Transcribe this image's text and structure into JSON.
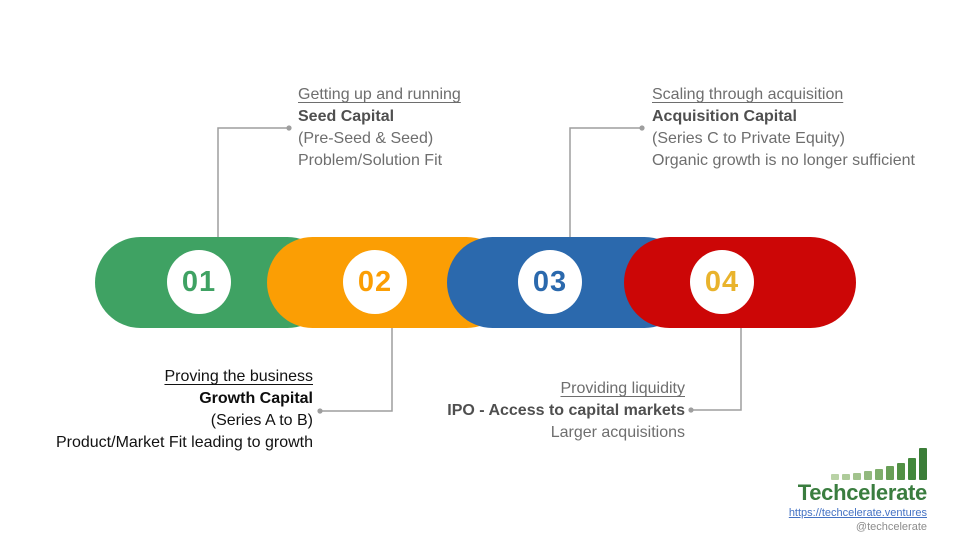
{
  "timeline": {
    "stages": [
      {
        "number": "01",
        "pill_color": "#3fa263",
        "number_color": "#3fa263"
      },
      {
        "number": "02",
        "pill_color": "#fb9e04",
        "number_color": "#fb9e04"
      },
      {
        "number": "03",
        "pill_color": "#2b69ad",
        "number_color": "#2b69ad"
      },
      {
        "number": "04",
        "pill_color": "#cc0606",
        "number_color": "#e9b32c"
      }
    ],
    "connector_color": "#9e9e9e"
  },
  "annotations": {
    "top_left": {
      "title": "Getting up and running",
      "heading": "Seed Capital",
      "line3": "(Pre-Seed & Seed)",
      "line4": "Problem/Solution Fit"
    },
    "top_right": {
      "title": "Scaling through acquisition",
      "heading": "Acquisition Capital",
      "line3": "(Series C to Private Equity)",
      "line4": "Organic growth is no longer sufficient"
    },
    "bottom_left": {
      "title": "Proving the business",
      "heading": "Growth Capital",
      "line3": "(Series A to B)",
      "line4": "Product/Market Fit leading to growth"
    },
    "bottom_right": {
      "title": "Providing liquidity",
      "heading": "IPO - Access to capital markets",
      "line3": "Larger acquisitions"
    }
  },
  "branding": {
    "name": "Techcelerate",
    "url": "https://techcelerate.ventures",
    "handle": "@techcelerate",
    "name_color": "#3a7d3f",
    "link_color": "#4472c4",
    "logo_bars": [
      {
        "h": 6,
        "color": "#b9d2a6"
      },
      {
        "h": 6,
        "color": "#aecb9a"
      },
      {
        "h": 7,
        "color": "#a2c38d"
      },
      {
        "h": 9,
        "color": "#92b97e"
      },
      {
        "h": 11,
        "color": "#7fae6c"
      },
      {
        "h": 14,
        "color": "#699f57"
      },
      {
        "h": 17,
        "color": "#529145"
      },
      {
        "h": 22,
        "color": "#42883c"
      },
      {
        "h": 32,
        "color": "#3b7d38"
      }
    ]
  }
}
